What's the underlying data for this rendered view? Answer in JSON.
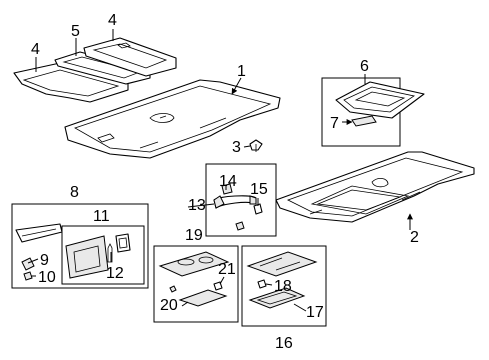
{
  "callouts": {
    "c1": "1",
    "c2": "2",
    "c3": "3",
    "c4a": "4",
    "c4b": "4",
    "c5": "5",
    "c6": "6",
    "c7": "7",
    "c8": "8",
    "c9": "9",
    "c10": "10",
    "c11": "11",
    "c12": "12",
    "c13": "13",
    "c14": "14",
    "c15": "15",
    "c16": "16",
    "c17": "17",
    "c18": "18",
    "c19": "19",
    "c20": "20",
    "c21": "21"
  }
}
